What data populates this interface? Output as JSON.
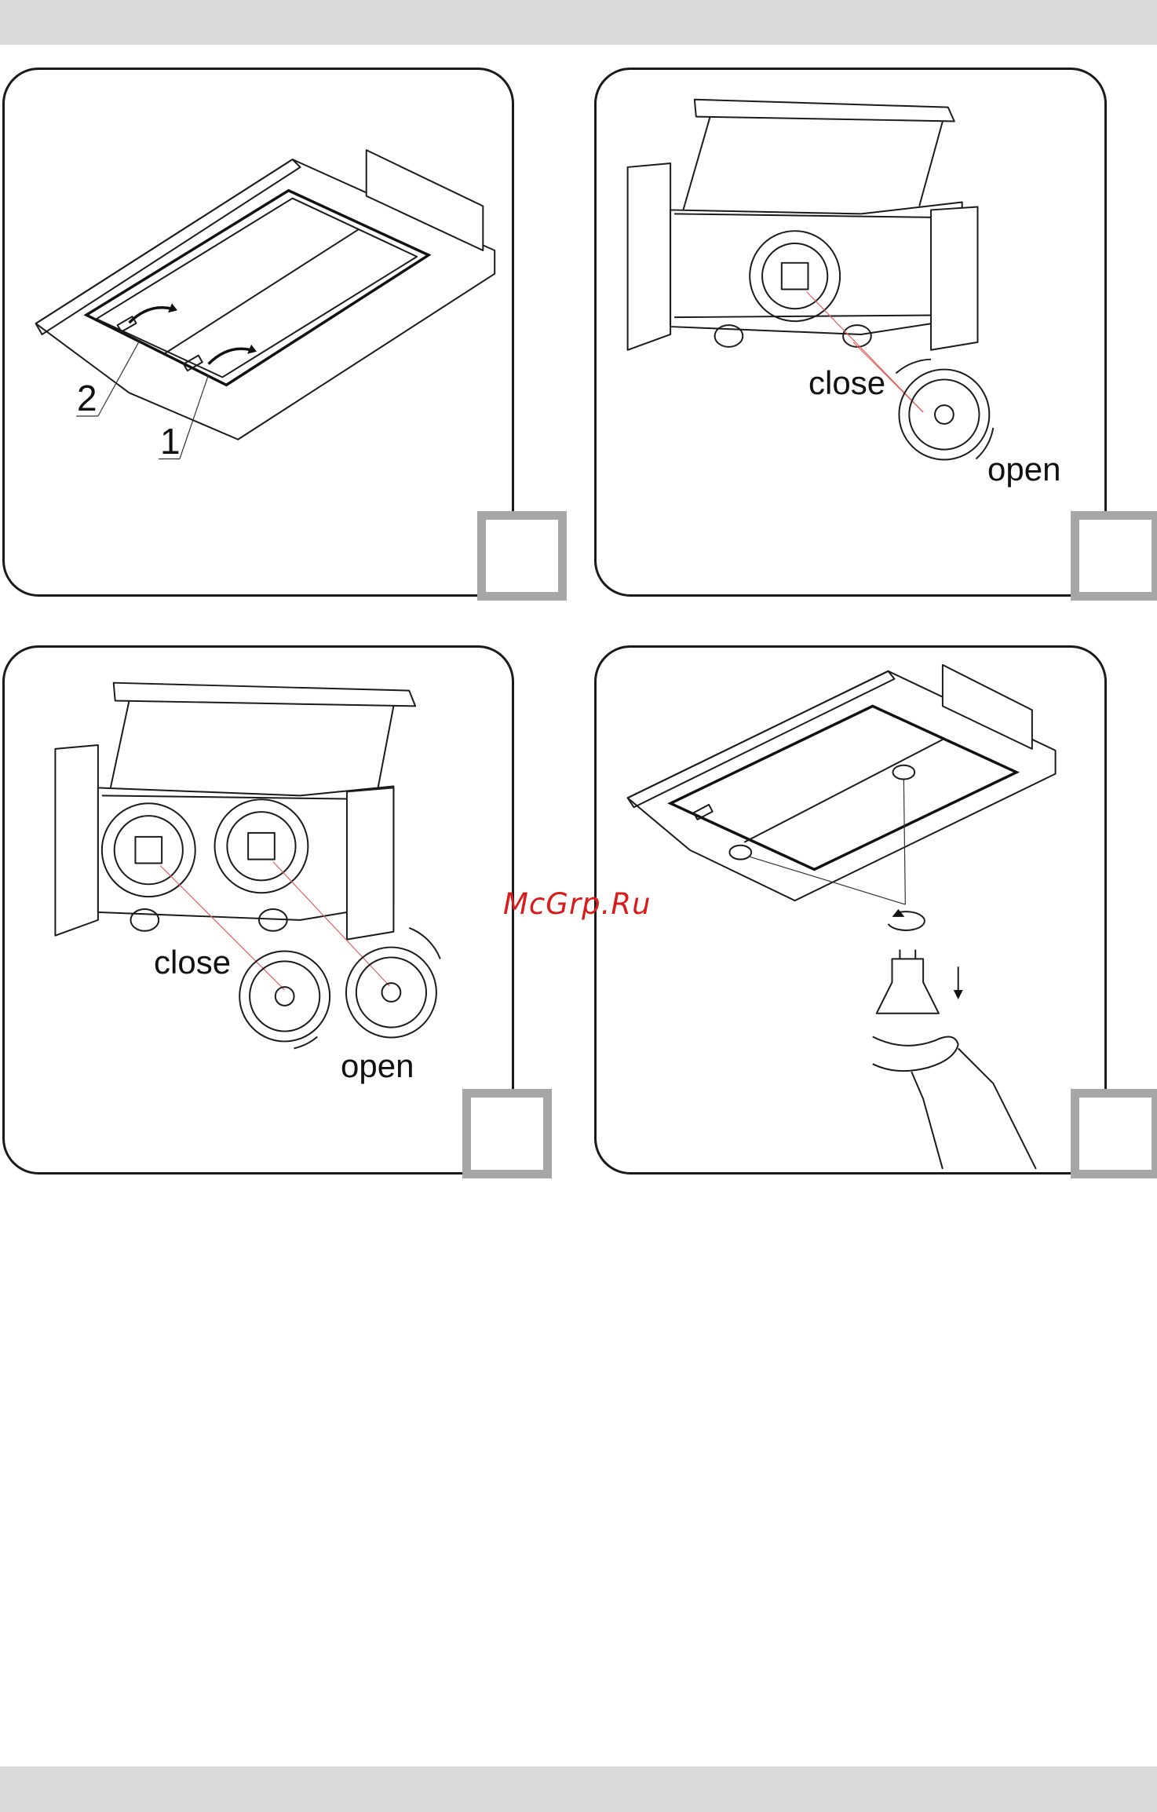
{
  "watermark": "McGrp.Ru",
  "panels": [
    {
      "labels": {
        "callout_2": "2",
        "callout_1": "1"
      }
    },
    {
      "labels": {
        "close": "close",
        "open": "open"
      }
    },
    {
      "labels": {
        "close": "close",
        "open": "open"
      }
    },
    {
      "labels": {}
    }
  ]
}
